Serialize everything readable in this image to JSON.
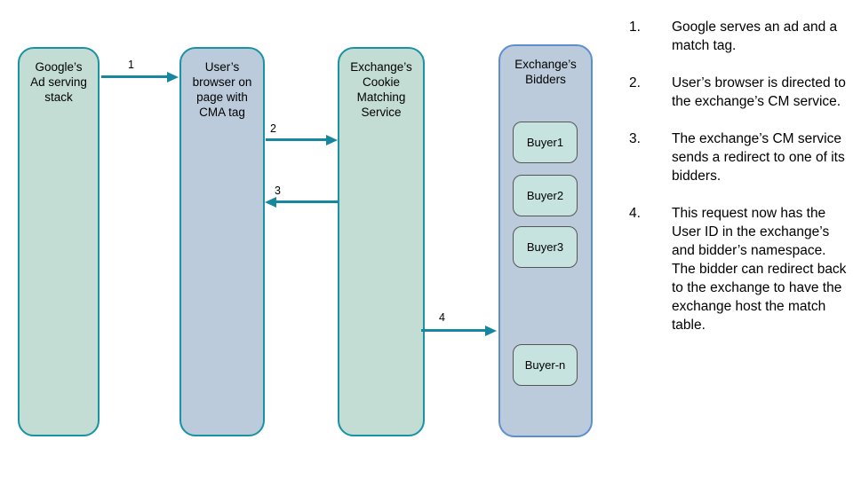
{
  "colors": {
    "teal_border": "#1793a3",
    "arrow": "#1787a0",
    "green_fill": "#c3ddd4",
    "blue_fill": "#bccbdb",
    "buyer_fill": "#c6e3df",
    "buyer_border": "#555555",
    "bidders_border": "#5b8fd0",
    "text": "#000000",
    "background": "#ffffff"
  },
  "diagram": {
    "nodes": [
      {
        "id": "google-ad-serving-stack",
        "label": "Google’s\nAd serving\nstack"
      },
      {
        "id": "users-browser",
        "label": "User’s\nbrowser on\npage with\nCMA tag"
      },
      {
        "id": "exchange-cm-service",
        "label": "Exchange’s\nCookie\nMatching\nService"
      },
      {
        "id": "exchange-bidders",
        "label": "Exchange’s\nBidders"
      }
    ],
    "buyers": [
      "Buyer1",
      "Buyer2",
      "Buyer3",
      "Buyer-n"
    ],
    "arrows": [
      {
        "label": "1",
        "from": "google-ad-serving-stack",
        "to": "users-browser",
        "direction": "right"
      },
      {
        "label": "2",
        "from": "users-browser",
        "to": "exchange-cm-service",
        "direction": "right"
      },
      {
        "label": "3",
        "from": "exchange-cm-service",
        "to": "users-browser",
        "direction": "left"
      },
      {
        "label": "4",
        "from": "exchange-cm-service",
        "to": "exchange-bidders",
        "direction": "right"
      }
    ]
  },
  "steps": [
    {
      "num": "1.",
      "text": "Google serves an ad and a match tag."
    },
    {
      "num": "2.",
      "text": "User’s browser is directed to the exchange’s CM service."
    },
    {
      "num": "3.",
      "text": "The exchange’s CM service sends a redirect to one of its bidders."
    },
    {
      "num": "4.",
      "text": "This request now has the User ID in the exchange’s and bidder’s namespace. The bidder can redirect back to the exchange to have the exchange host the match table."
    }
  ]
}
